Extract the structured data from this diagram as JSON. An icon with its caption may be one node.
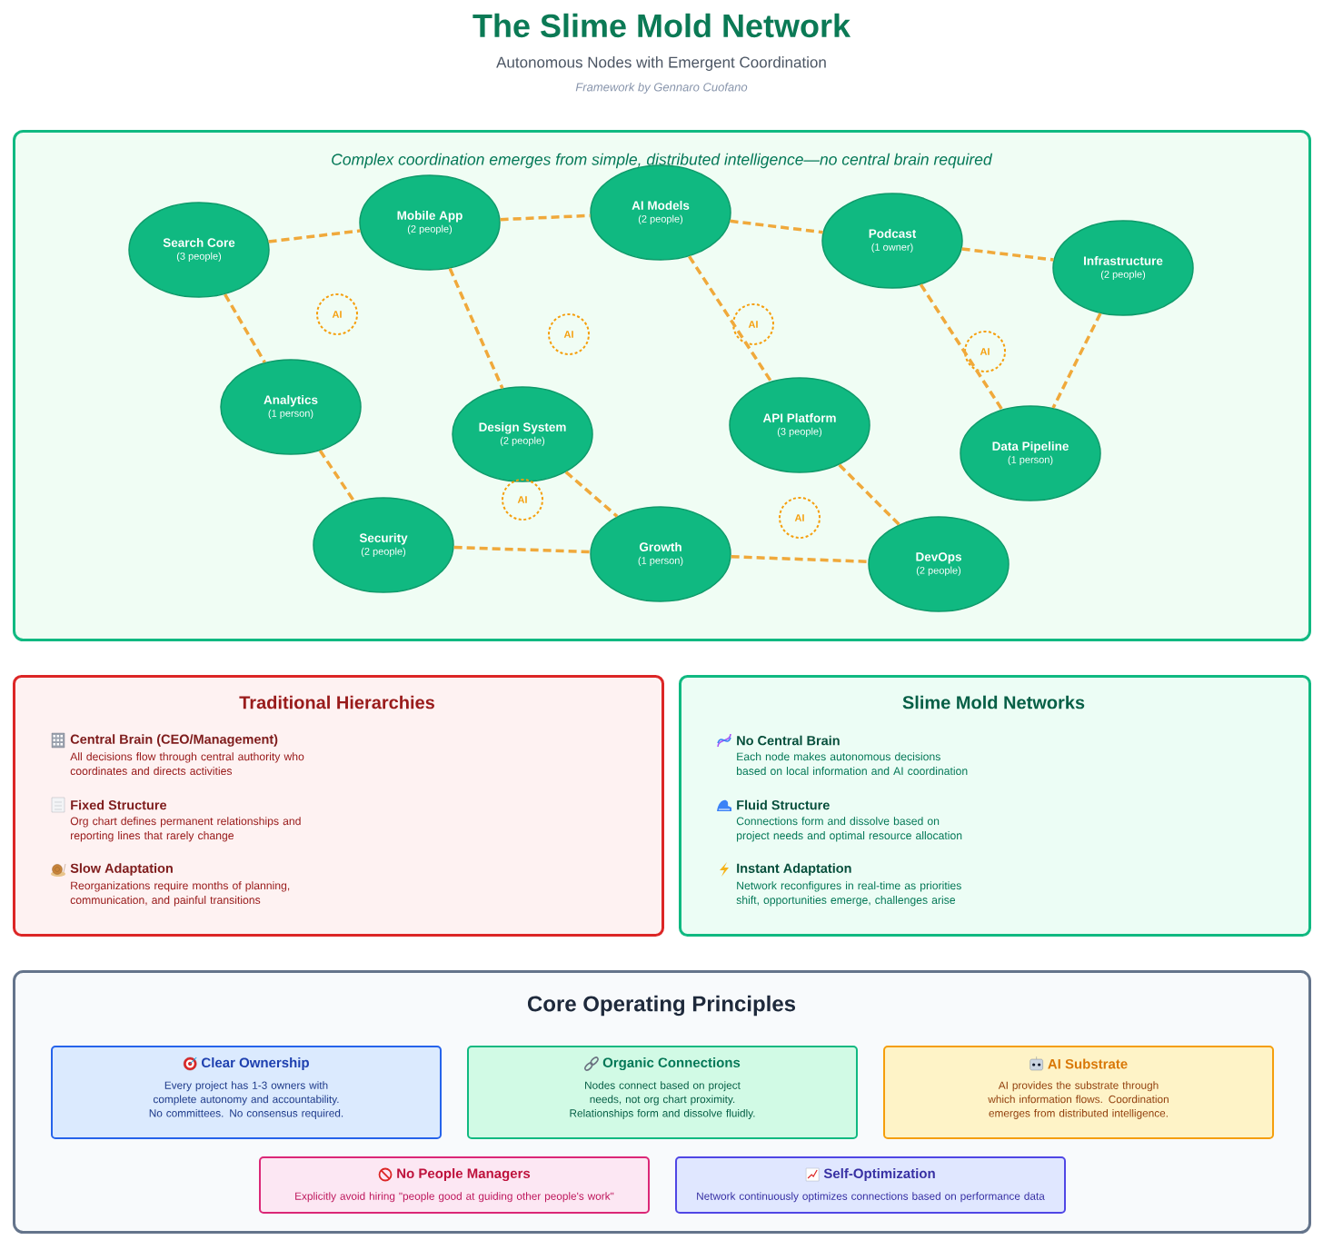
{
  "diagram": {
    "title": "The Slime Mold Network",
    "nodes": [
      {
        "text": [
          "Complex coordination emerges from simple, distributed intelligence—no central brain required"
        ]
      },
      {
        "text": [
          "Search Core",
          "(3 people)"
        ],
        "in": 0
      },
      {
        "text": [
          "Mobile App",
          "(2 people)"
        ],
        "in": 0
      },
      {
        "text": [
          "AI Models",
          "(2 people)"
        ],
        "in": 0
      },
      {
        "text": [
          "Podcast",
          "(1 owner)"
        ],
        "in": 0
      },
      {
        "text": [
          "Infrastructure",
          "(2 people)"
        ],
        "in": 0
      },
      {
        "text": [
          "Analytics",
          "(1 person)"
        ],
        "in": 0
      },
      {
        "text": [
          "Design System",
          "(2 people)"
        ],
        "in": 0
      },
      {
        "text": [
          "API Platform",
          "(3 people)"
        ],
        "in": 0
      },
      {
        "text": [
          "Data Pipeline",
          "(1 person)"
        ],
        "in": 0
      },
      {
        "text": [
          "Security",
          "(2 people)"
        ],
        "in": 0
      },
      {
        "text": [
          "Growth",
          "(1 person)"
        ],
        "in": 0
      },
      {
        "text": [
          "DevOps",
          "(2 people)"
        ],
        "in": 0
      },
      {
        "text": [
          "AI"
        ],
        "in": 0
      },
      {
        "text": [
          "AI"
        ],
        "in": 0
      },
      {
        "text": [
          "AI"
        ],
        "in": 0
      },
      {
        "text": [
          "AI"
        ],
        "in": 0
      },
      {
        "text": [
          "AI"
        ],
        "in": 0
      },
      {
        "text": [
          "AI"
        ],
        "in": 0
      },
      {
        "text": [
          "Traditional Hierarchies",
          "Central Brain (CEO/Management)",
          "All decisions flow through central authority who coordinates and directs activities",
          "Fixed Structure",
          "Org chart defines permanent relationships and reporting lines that rarely change",
          "Slow Adaptation",
          "Reorganizations require months of planning, communication, and painful transitions"
        ]
      },
      {
        "text": [
          "Slime Mold Networks",
          "No Central Brain",
          "Each node makes autonomous decisions based on local information and AI coordination",
          "Fluid Structure",
          "Connections form and dissolve based on project needs and optimal resource allocation",
          "Instant Adaptation",
          "Network reconfigures in real-time as priorities shift, opportunities emerge, challenges arise"
        ]
      },
      {
        "text": [
          "Core Operating Principles"
        ]
      },
      {
        "text": [
          "Clear Ownership",
          "Every project has 1-3 owners with complete autonomy and accountability. No committees. No consensus required."
        ],
        "in": 21
      },
      {
        "text": [
          "Organic Connections",
          "Nodes connect based on project needs, not org chart proximity. Relationships form and dissolve fluidly."
        ],
        "in": 21
      },
      {
        "text": [
          "AI Substrate",
          "AI provides the substrate through which information flows. Coordination emerges from distributed intelligence."
        ],
        "in": 21
      },
      {
        "text": [
          "No People Managers",
          "Explicitly avoid hiring \"people good at guiding other people's work\""
        ],
        "in": 21
      },
      {
        "text": [
          "Self-Optimization",
          "Network continuously optimizes connections based on performance data"
        ],
        "in": 21
      }
    ],
    "edges": [
      {
        "from": 1,
        "to": 2,
        "arrow": "none"
      },
      {
        "from": 2,
        "to": 3,
        "arrow": "none"
      },
      {
        "from": 3,
        "to": 4,
        "arrow": "none"
      },
      {
        "from": 4,
        "to": 5,
        "arrow": "none"
      },
      {
        "from": 1,
        "to": 6,
        "arrow": "none"
      },
      {
        "from": 2,
        "to": 7,
        "arrow": "none"
      },
      {
        "from": 3,
        "to": 8,
        "arrow": "none"
      },
      {
        "from": 4,
        "to": 9,
        "arrow": "none"
      },
      {
        "from": 5,
        "to": 9,
        "arrow": "none"
      },
      {
        "from": 6,
        "to": 10,
        "arrow": "none"
      },
      {
        "from": 7,
        "to": 11,
        "arrow": "none"
      },
      {
        "from": 8,
        "to": 12,
        "arrow": "none"
      },
      {
        "from": 10,
        "to": 11,
        "arrow": "none"
      },
      {
        "from": 11,
        "to": 12,
        "arrow": "none"
      }
    ],
    "labels": [
      "Autonomous Nodes with Emergent Coordination",
      "Framework by Gennaro Cuofano"
    ]
  }
}
